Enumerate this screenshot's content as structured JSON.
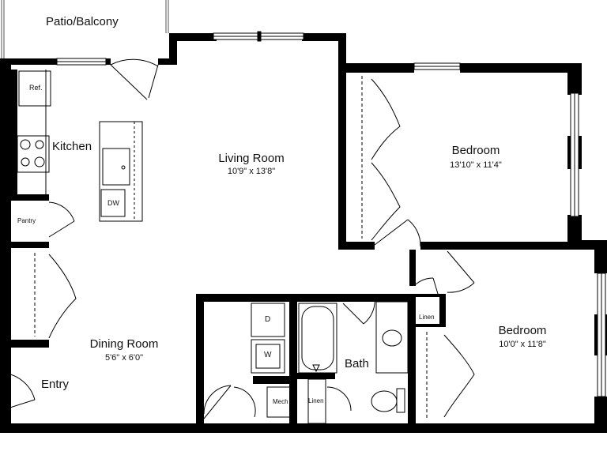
{
  "labels": {
    "patio": "Patio/Balcony",
    "kitchen": "Kitchen",
    "refrigerator": "Ref.",
    "dishwasher": "DW",
    "pantry": "Pantry",
    "living_room": "Living Room",
    "living_dim": "10'9\" x 13'8\"",
    "bedroom1": "Bedroom",
    "bedroom1_dim": "13'10\" x 11'4\"",
    "bedroom2": "Bedroom",
    "bedroom2_dim": "10'0\" x 11'8\"",
    "dining_room": "Dining Room",
    "dining_dim": "5'6\" x 6'0\"",
    "entry": "Entry",
    "bath": "Bath",
    "linen_upper": "Linen",
    "linen_lower": "Linen",
    "mech": "Mech",
    "dryer": "D",
    "washer": "W"
  }
}
